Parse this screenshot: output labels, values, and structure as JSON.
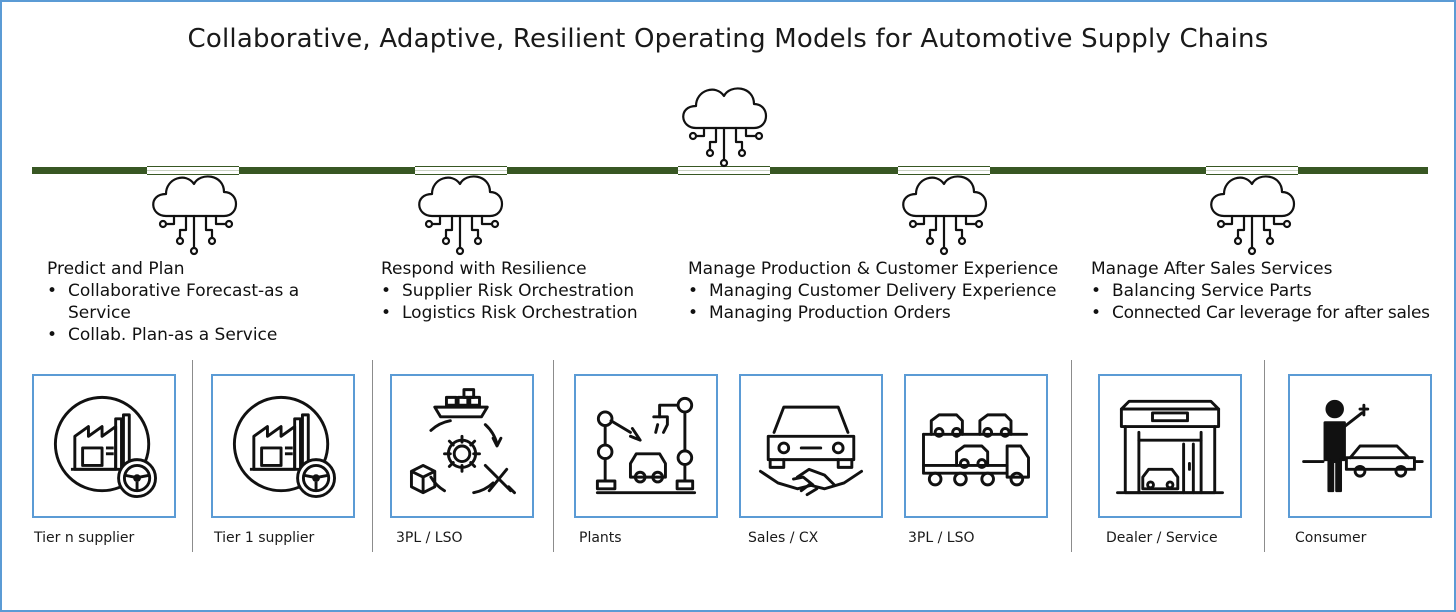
{
  "title": "Collaborative, Adaptive, Resilient Operating Models for Automotive Supply Chains",
  "icons": {
    "cloud": "cloud-network-icon"
  },
  "colors": {
    "bar": "#385723",
    "border": "#5b9bd5",
    "text": "#1a1a1a"
  },
  "sections": [
    {
      "title": "Predict and Plan",
      "items": [
        "Collaborative Forecast-as a Service",
        "Collab. Plan-as a Service"
      ]
    },
    {
      "title": "Respond with Resilience",
      "items": [
        "Supplier Risk Orchestration",
        "Logistics Risk Orchestration"
      ]
    },
    {
      "title": "Manage Production & Customer Experience",
      "items": [
        "Managing Customer Delivery Experience",
        "Managing Production Orders"
      ]
    },
    {
      "title": "Manage After Sales Services",
      "items": [
        "Balancing Service Parts",
        "Connected Car leverage for after sales"
      ]
    }
  ],
  "stages": [
    {
      "label": "Tier n supplier",
      "icon": "factory-steering-wheel-icon"
    },
    {
      "label": "Tier 1 supplier",
      "icon": "factory-steering-wheel-icon"
    },
    {
      "label": "3PL / LSO",
      "icon": "logistics-cycle-icon"
    },
    {
      "label": "Plants",
      "icon": "robot-arm-car-icon"
    },
    {
      "label": "Sales / CX",
      "icon": "car-handshake-icon"
    },
    {
      "label": "3PL / LSO",
      "icon": "car-carrier-truck-icon"
    },
    {
      "label": "Dealer / Service",
      "icon": "dealership-icon"
    },
    {
      "label": "Consumer",
      "icon": "person-car-key-icon"
    }
  ]
}
